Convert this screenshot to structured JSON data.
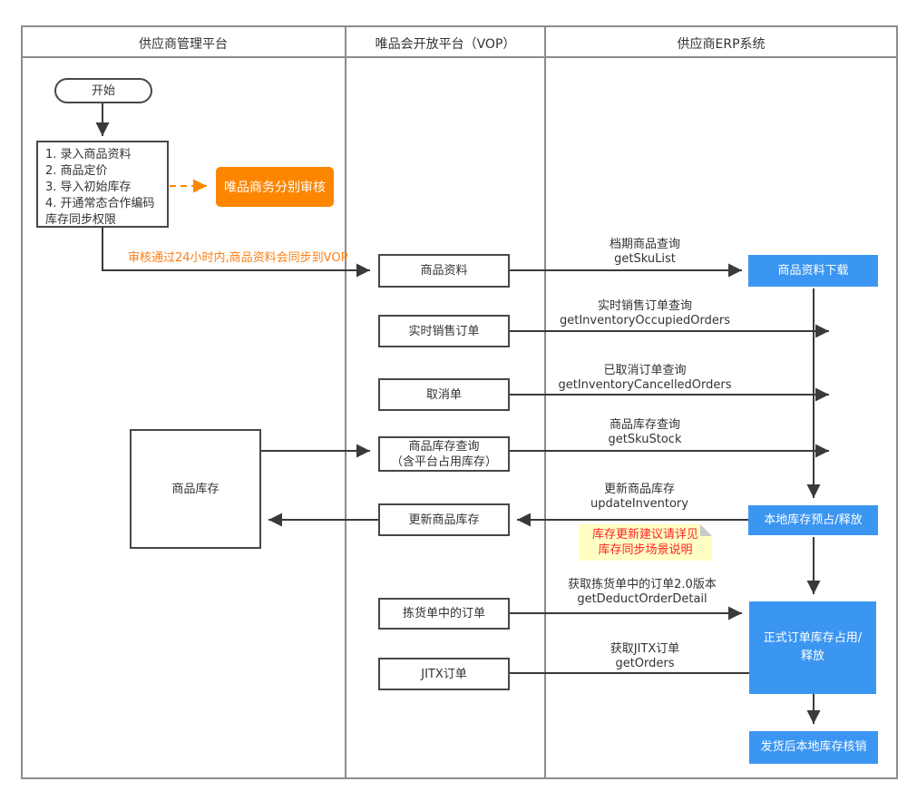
{
  "lanes": [
    {
      "label": "供应商管理平台"
    },
    {
      "label": "唯品会开放平台（VOP）"
    },
    {
      "label": "供应商ERP系统"
    }
  ],
  "nodes": {
    "start": {
      "label": "开始"
    },
    "setup": {
      "lines": [
        "1. 录入商品资料",
        "2. 商品定价",
        "3. 导入初始库存",
        "4. 开通常态合作编码",
        "库存同步权限"
      ]
    },
    "review": {
      "label": "唯品商务分别审核"
    },
    "goods_info": {
      "label": "商品资料"
    },
    "realtime_orders": {
      "label": "实时销售订单"
    },
    "cancel_order": {
      "label": "取消单"
    },
    "stock_query": {
      "line1": "商品库存查询",
      "line2": "（含平台占用库存）"
    },
    "update_stock": {
      "label": "更新商品库存"
    },
    "pick_orders": {
      "label": "拣货单中的订单"
    },
    "jitx_orders": {
      "label": "JITX订单"
    },
    "goods_stock": {
      "label": "商品库存"
    },
    "download": {
      "label": "商品资料下载"
    },
    "local_reserve": {
      "label": "本地库存预占/释放"
    },
    "formal_occupy": {
      "line1": "正式订单库存占用/",
      "line2": "释放"
    },
    "writeoff": {
      "label": "发货后本地库存核销"
    }
  },
  "annotations": {
    "sync_note": "审核通过24小时内,商品资料会同步到VOP",
    "sticky_note": {
      "line1": "库存更新建议请详见",
      "line2": "库存同步场景说明"
    }
  },
  "api_labels": {
    "sku_list": {
      "cn": "档期商品查询",
      "en": "getSkuList"
    },
    "occupied_orders": {
      "cn": "实时销售订单查询",
      "en": "getInventoryOccupiedOrders"
    },
    "cancelled_orders": {
      "cn": "已取消订单查询",
      "en": "getInventoryCancelledOrders"
    },
    "sku_stock": {
      "cn": "商品库存查询",
      "en": "getSkuStock"
    },
    "update_inventory": {
      "cn": "更新商品库存",
      "en": "updateInventory"
    },
    "deduct_order": {
      "cn": "获取拣货单中的订单2.0版本",
      "en": "getDeductOrderDetail"
    },
    "get_orders": {
      "cn": "获取JITX订单",
      "en": "getOrders"
    }
  },
  "colors": {
    "accent_blue": "#3b96f2",
    "accent_orange": "#fc8600",
    "node_border": "#474747",
    "frame_border": "#8c8c8c",
    "sticky_bg": "#ffffc4",
    "sticky_text": "#ff2222",
    "sync_note_text": "#ff7e12"
  }
}
